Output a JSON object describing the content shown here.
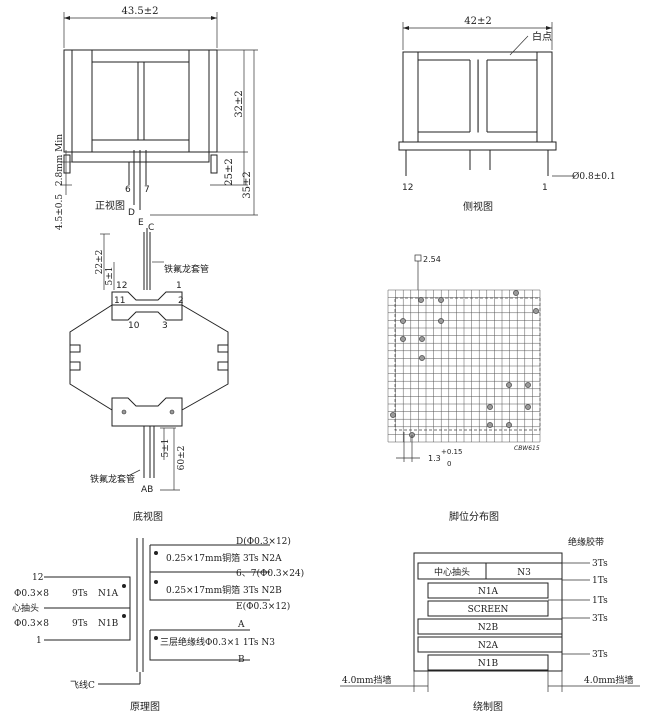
{
  "views": {
    "front": {
      "title": "正视图",
      "width_dim": "43.5±2",
      "height_body": "32±2",
      "height_total": "35±2",
      "height_25": "25±2",
      "dim_min": "2.8mm Min",
      "dim_bottom": "4.5±0.5",
      "pin6": "6",
      "pin7": "7",
      "pinD": "D",
      "pinE": "E"
    },
    "side": {
      "title": "侧视图",
      "width_dim": "42±2",
      "dot_label": "白点",
      "pin_dia": "Ø0.8±0.1",
      "pin12": "12",
      "pin1": "1"
    },
    "bottom": {
      "title": "底视图",
      "lead_top_label": "C",
      "dim22": "22±2",
      "dim5a": "5±1",
      "sleeve_top": "铁氟龙套管",
      "sleeve_bottom": "铁氟龙套管",
      "p12": "12",
      "p11": "11",
      "p1": "1",
      "p2": "2",
      "p10": "10",
      "p3": "3",
      "dim5b": "5±1",
      "dim60": "60±2",
      "lead_bottom_label": "AB"
    },
    "layout": {
      "title": "脚位分布图",
      "pitch": "2.54",
      "offset": "1.3",
      "tol_plus": "+0.15",
      "tol_zero": "0",
      "model": "CBW615"
    },
    "schematic": {
      "title": "原理图",
      "left_rows": [
        {
          "pin": "12",
          "wire": "",
          "turns": "",
          "name": ""
        },
        {
          "pin": "",
          "wire": "Φ0.3×8",
          "turns": "9Ts",
          "name": "N1A"
        },
        {
          "pin": "心抽头",
          "wire": "",
          "turns": "",
          "name": ""
        },
        {
          "pin": "",
          "wire": "Φ0.3×8",
          "turns": "9Ts",
          "name": "N1B"
        },
        {
          "pin": "1",
          "wire": "",
          "turns": "",
          "name": ""
        }
      ],
      "right_rows": [
        {
          "text": "D(Φ0.3×12)"
        },
        {
          "text": "0.25×17mm铜箔  3Ts  N2A"
        },
        {
          "text": "6、7(Φ0.3×24)"
        },
        {
          "text": "0.25×17mm铜箔  3Ts  N2B"
        },
        {
          "text": "E(Φ0.3×12)"
        },
        {
          "text": "A"
        },
        {
          "text": "三层绝缘线Φ0.3×1  1Ts  N3"
        },
        {
          "text": "B"
        }
      ],
      "flying_lead": "飞线C"
    },
    "winding": {
      "title": "绕制图",
      "tape": "绝缘胶带",
      "layers": [
        "中心抽头",
        "N3",
        "N1A",
        "SCREEN",
        "N2B",
        "N2A",
        "N1B"
      ],
      "ts": [
        "3Ts",
        "1Ts",
        "1Ts",
        "3Ts",
        "3Ts"
      ],
      "margin_left": "4.0mm挡墙",
      "margin_right": "4.0mm挡墙"
    }
  }
}
